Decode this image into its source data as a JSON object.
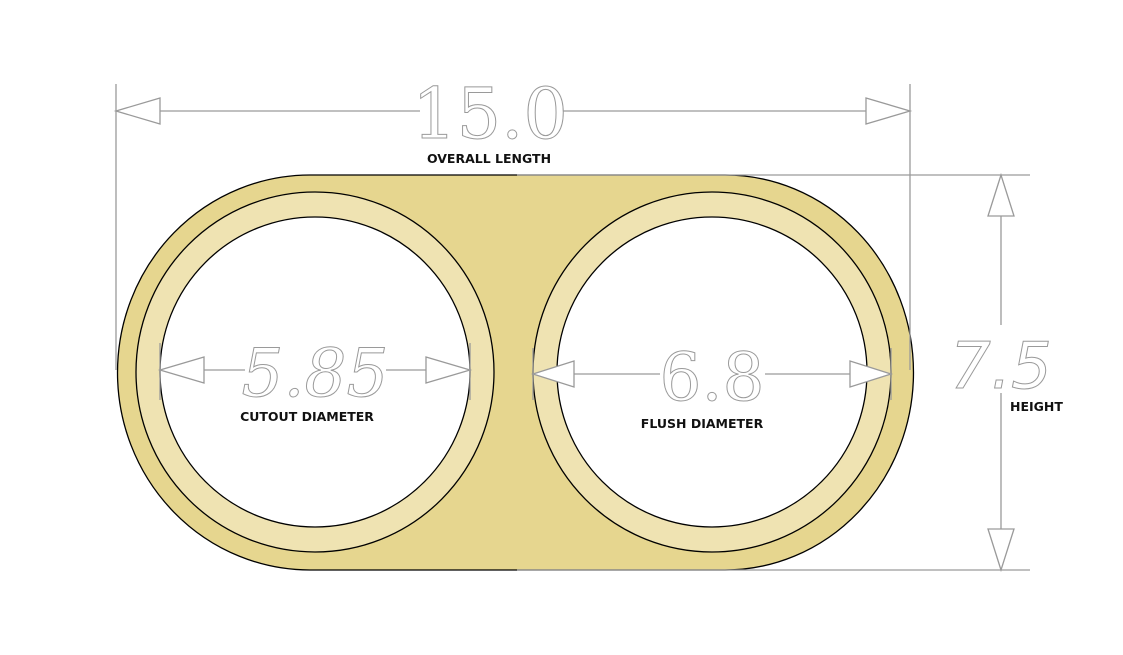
{
  "diagram": {
    "type": "dimensioned technical drawing",
    "subject": "double-ring (figure-eight) trim plate",
    "colors": {
      "body_fill": "#e6d68f",
      "ring_fill": "#efe3b2",
      "cutout_fill": "#ffffff",
      "outline": "#000000",
      "dimension_lines": "#9a9a9a"
    },
    "dimensions": {
      "overall_length": {
        "value": "15.0",
        "label": "OVERALL LENGTH"
      },
      "height": {
        "value": "7.5",
        "label": "HEIGHT"
      },
      "cutout_diameter": {
        "value": "5.85",
        "label": "CUTOUT DIAMETER"
      },
      "flush_diameter": {
        "value": "6.8",
        "label": "FLUSH DIAMETER"
      }
    }
  }
}
